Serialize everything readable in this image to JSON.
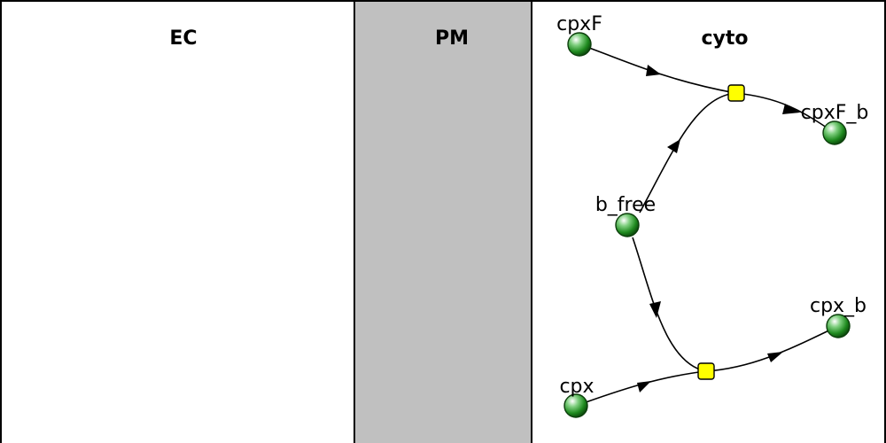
{
  "compartments": [
    {
      "id": "ec",
      "label": "EC",
      "fill": "#ffffff"
    },
    {
      "id": "pm",
      "label": "PM",
      "fill": "#c0c0c0"
    },
    {
      "id": "cyto",
      "label": "cyto",
      "fill": "#ffffff"
    }
  ],
  "species": [
    {
      "id": "cpxF",
      "label": "cpxF"
    },
    {
      "id": "cpxF_b",
      "label": "cpxF_b"
    },
    {
      "id": "b_free",
      "label": "b_free"
    },
    {
      "id": "cpx_b",
      "label": "cpx_b"
    },
    {
      "id": "cpx",
      "label": "cpx"
    }
  ],
  "reactions": [
    {
      "id": "r1",
      "reactants": [
        "cpxF",
        "b_free"
      ],
      "products": [
        "cpxF_b"
      ]
    },
    {
      "id": "r2",
      "reactants": [
        "cpx",
        "b_free"
      ],
      "products": [
        "cpx_b"
      ]
    }
  ],
  "colors": {
    "species_fill": "#1f8a1f",
    "reaction_fill": "#ffff00",
    "membrane_fill": "#c0c0c0"
  }
}
